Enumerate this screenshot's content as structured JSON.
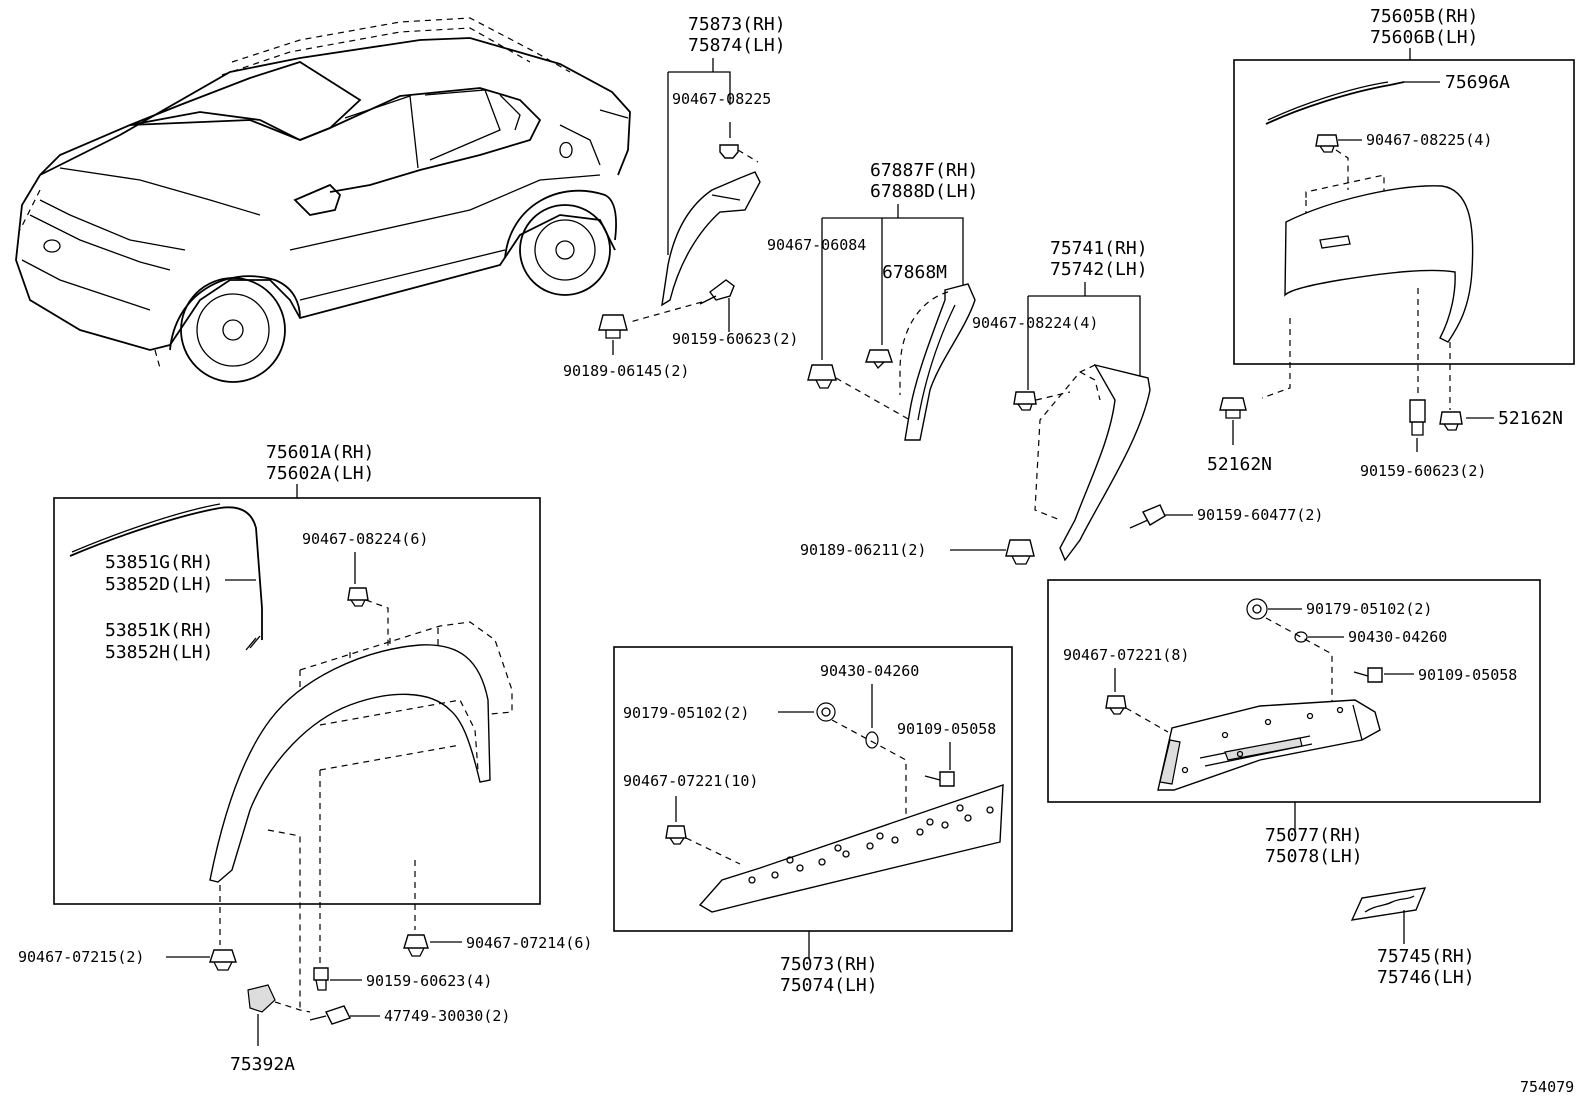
{
  "diagram_id": "754079",
  "labels": {
    "p75873": "75873(RH)",
    "p75874": "75874(LH)",
    "p90467_08225_a": "90467-08225",
    "p90159_60623_2a": "90159-60623(2)",
    "p90189_06145": "90189-06145(2)",
    "p67887F": "67887F(RH)",
    "p67888D": "67888D(LH)",
    "p90467_06084": "90467-06084",
    "p67868M": "67868M",
    "p75741": "75741(RH)",
    "p75742": "75742(LH)",
    "p90467_08224_4": "90467-08224(4)",
    "p90159_60477": "90159-60477(2)",
    "p90189_06211": "90189-06211(2)",
    "p75605B": "75605B(RH)",
    "p75606B": "75606B(LH)",
    "p75696A": "75696A",
    "p90467_08225_4": "90467-08225(4)",
    "p52162N_a": "52162N",
    "p52162N_b": "52162N",
    "p90159_60623_2b": "90159-60623(2)",
    "p75601A": "75601A(RH)",
    "p75602A": "75602A(LH)",
    "p53851G": "53851G(RH)",
    "p53852D": "53852D(LH)",
    "p53851K": "53851K(RH)",
    "p53852H": "53852H(LH)",
    "p90467_08224_6": "90467-08224(6)",
    "p90467_07215": "90467-07215(2)",
    "p90467_07214": "90467-07214(6)",
    "p90159_60623_4": "90159-60623(4)",
    "p47749_30030": "47749-30030(2)",
    "p75392A": "75392A",
    "p90430_04260_a": "90430-04260",
    "p90179_05102_a": "90179-05102(2)",
    "p90109_05058_a": "90109-05058",
    "p90467_07221_10": "90467-07221(10)",
    "p75073": "75073(RH)",
    "p75074": "75074(LH)",
    "p90179_05102_b": "90179-05102(2)",
    "p90430_04260_b": "90430-04260",
    "p90109_05058_b": "90109-05058",
    "p90467_07221_8": "90467-07221(8)",
    "p75077": "75077(RH)",
    "p75078": "75078(LH)",
    "p75745": "75745(RH)",
    "p75746": "75746(LH)"
  }
}
